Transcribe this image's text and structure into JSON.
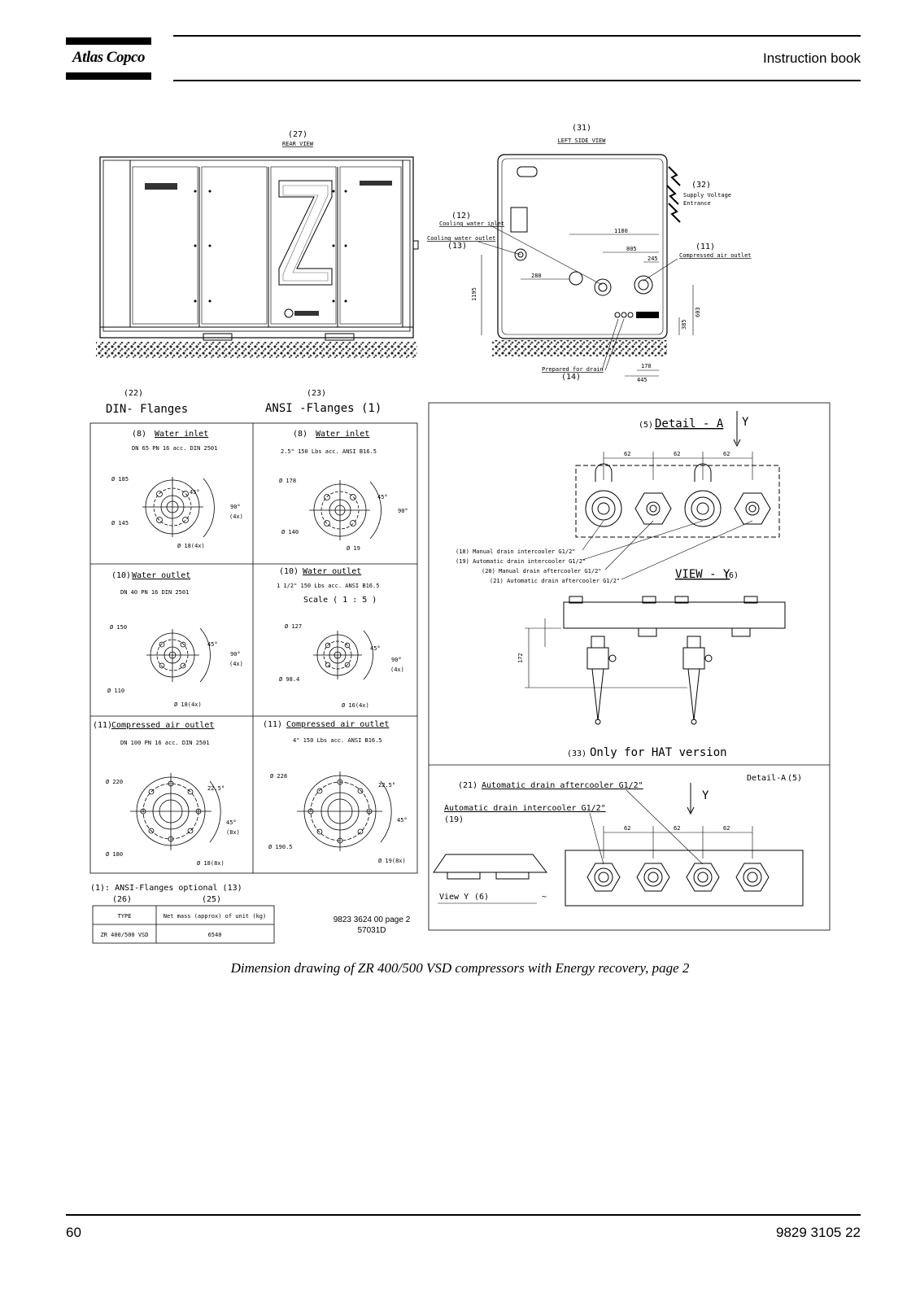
{
  "header": {
    "logo_text": "Atlas Copco",
    "title": "Instruction book"
  },
  "drawing": {
    "rear_view_num": "(27)",
    "rear_view": "REAR VIEW",
    "left_side_num": "(31)",
    "left_side": "LEFT SIDE VIEW",
    "supply_num": "(32)",
    "supply_1": "Supply Voltage",
    "supply_2": "Entrance",
    "cw_inlet_num": "(12)",
    "cw_inlet": "Cooling water inlet",
    "cw_outlet": "Cooling water outlet",
    "cw_outlet_num": "(13)",
    "comp_air_num": "(11)",
    "comp_air": "Compressed air outlet",
    "prep_drain": "Prepared for drain",
    "prep_drain_num": "(14)",
    "dims_side": [
      "1180",
      "805",
      "245",
      "280",
      "1195",
      "603",
      "385",
      "170",
      "445"
    ],
    "din_num": "(22)",
    "din": "DIN- Flanges",
    "ansi_num": "(23)",
    "ansi": "ANSI -Flanges (1)",
    "win_num": "(8)",
    "water_inlet": "Water inlet",
    "din_win_spec": "DN 65 PN 16 acc. DIN 2501",
    "ansi_win_spec": "2.5\" 150 Lbs acc. ANSI B16.5",
    "wout_num": "(10)",
    "water_outlet": "Water outlet",
    "din_wout_spec": "DN 40 PN 16 DIN 2501",
    "ansi_wout_spec": "1 1/2\" 150 Lbs acc. ANSI B16.5",
    "scale": "Scale ( 1 : 5 )",
    "cao_num": "(11)",
    "comp_air_outlet": "Compressed air outlet",
    "din_cao_spec": "DN 100 PN 16 acc. DIN 2501",
    "ansi_cao_spec": "4\" 150 Lbs acc. ANSI B16.5",
    "din_win_dims": [
      "Ø 185",
      "Ø 145",
      "45°",
      "90°",
      "(4x)",
      "Ø 18(4x)"
    ],
    "ansi_win_dims": [
      "Ø 178",
      "Ø 140",
      "45°",
      "90°",
      "Ø 19"
    ],
    "din_wout_dims": [
      "Ø 150",
      "Ø 110",
      "45°",
      "90°",
      "(4x)",
      "Ø 18(4x)"
    ],
    "ansi_wout_dims": [
      "Ø 127",
      "Ø 98.4",
      "45°",
      "90°",
      "(4x)",
      "Ø 16(4x)"
    ],
    "din_cao_dims": [
      "Ø 220",
      "Ø 180",
      "22.5°",
      "45°",
      "(8x)",
      "Ø 18(8x)"
    ],
    "ansi_cao_dims": [
      "Ø 228",
      "Ø 190.5",
      "22.5°",
      "45°",
      "Ø 19(8x)"
    ],
    "detail_a_num": "(5)",
    "detail_a": "Detail - A",
    "y": "Y",
    "dim62": "62",
    "drain_18": "(18) Manual drain intercooler G1/2\"",
    "drain_19": "(19) Automatic drain intercooler G1/2\"",
    "drain_20": "(20) Manual drain aftercooler G1/2\"",
    "drain_21": "(21) Automatic drain aftercooler G1/2\"",
    "view_y": "VIEW - Y",
    "view_y_num": "(6)",
    "dim172": "172",
    "hat_num": "(33)",
    "hat": "Only for HAT version",
    "detail_a2": "Detail-A",
    "detail_a2_num": "(5)",
    "auto_after_num": "(21)",
    "auto_after": "Automatic drain aftercooler G1/2\"",
    "auto_inter": "Automatic drain intercooler G1/2\"",
    "auto_inter_num": "(19)",
    "view_y2": "View Y",
    "view_y2_num": "(6)",
    "ansi_optional": "(1): ANSI-Flanges optional (13)",
    "type_num": "(26)",
    "mass_num": "(25)",
    "type_hdr": "TYPE",
    "mass_hdr": "Net mass (approx) of unit (kg)",
    "type_val": "ZR 400/500 VSD",
    "mass_val": "6540",
    "ref_1": "9823 3624 00 page 2",
    "ref_2": "57031D"
  },
  "caption": "Dimension drawing of ZR 400/500 VSD compressors with Energy recovery, page 2",
  "footer": {
    "page": "60",
    "doc_number": "9829 3105 22"
  }
}
